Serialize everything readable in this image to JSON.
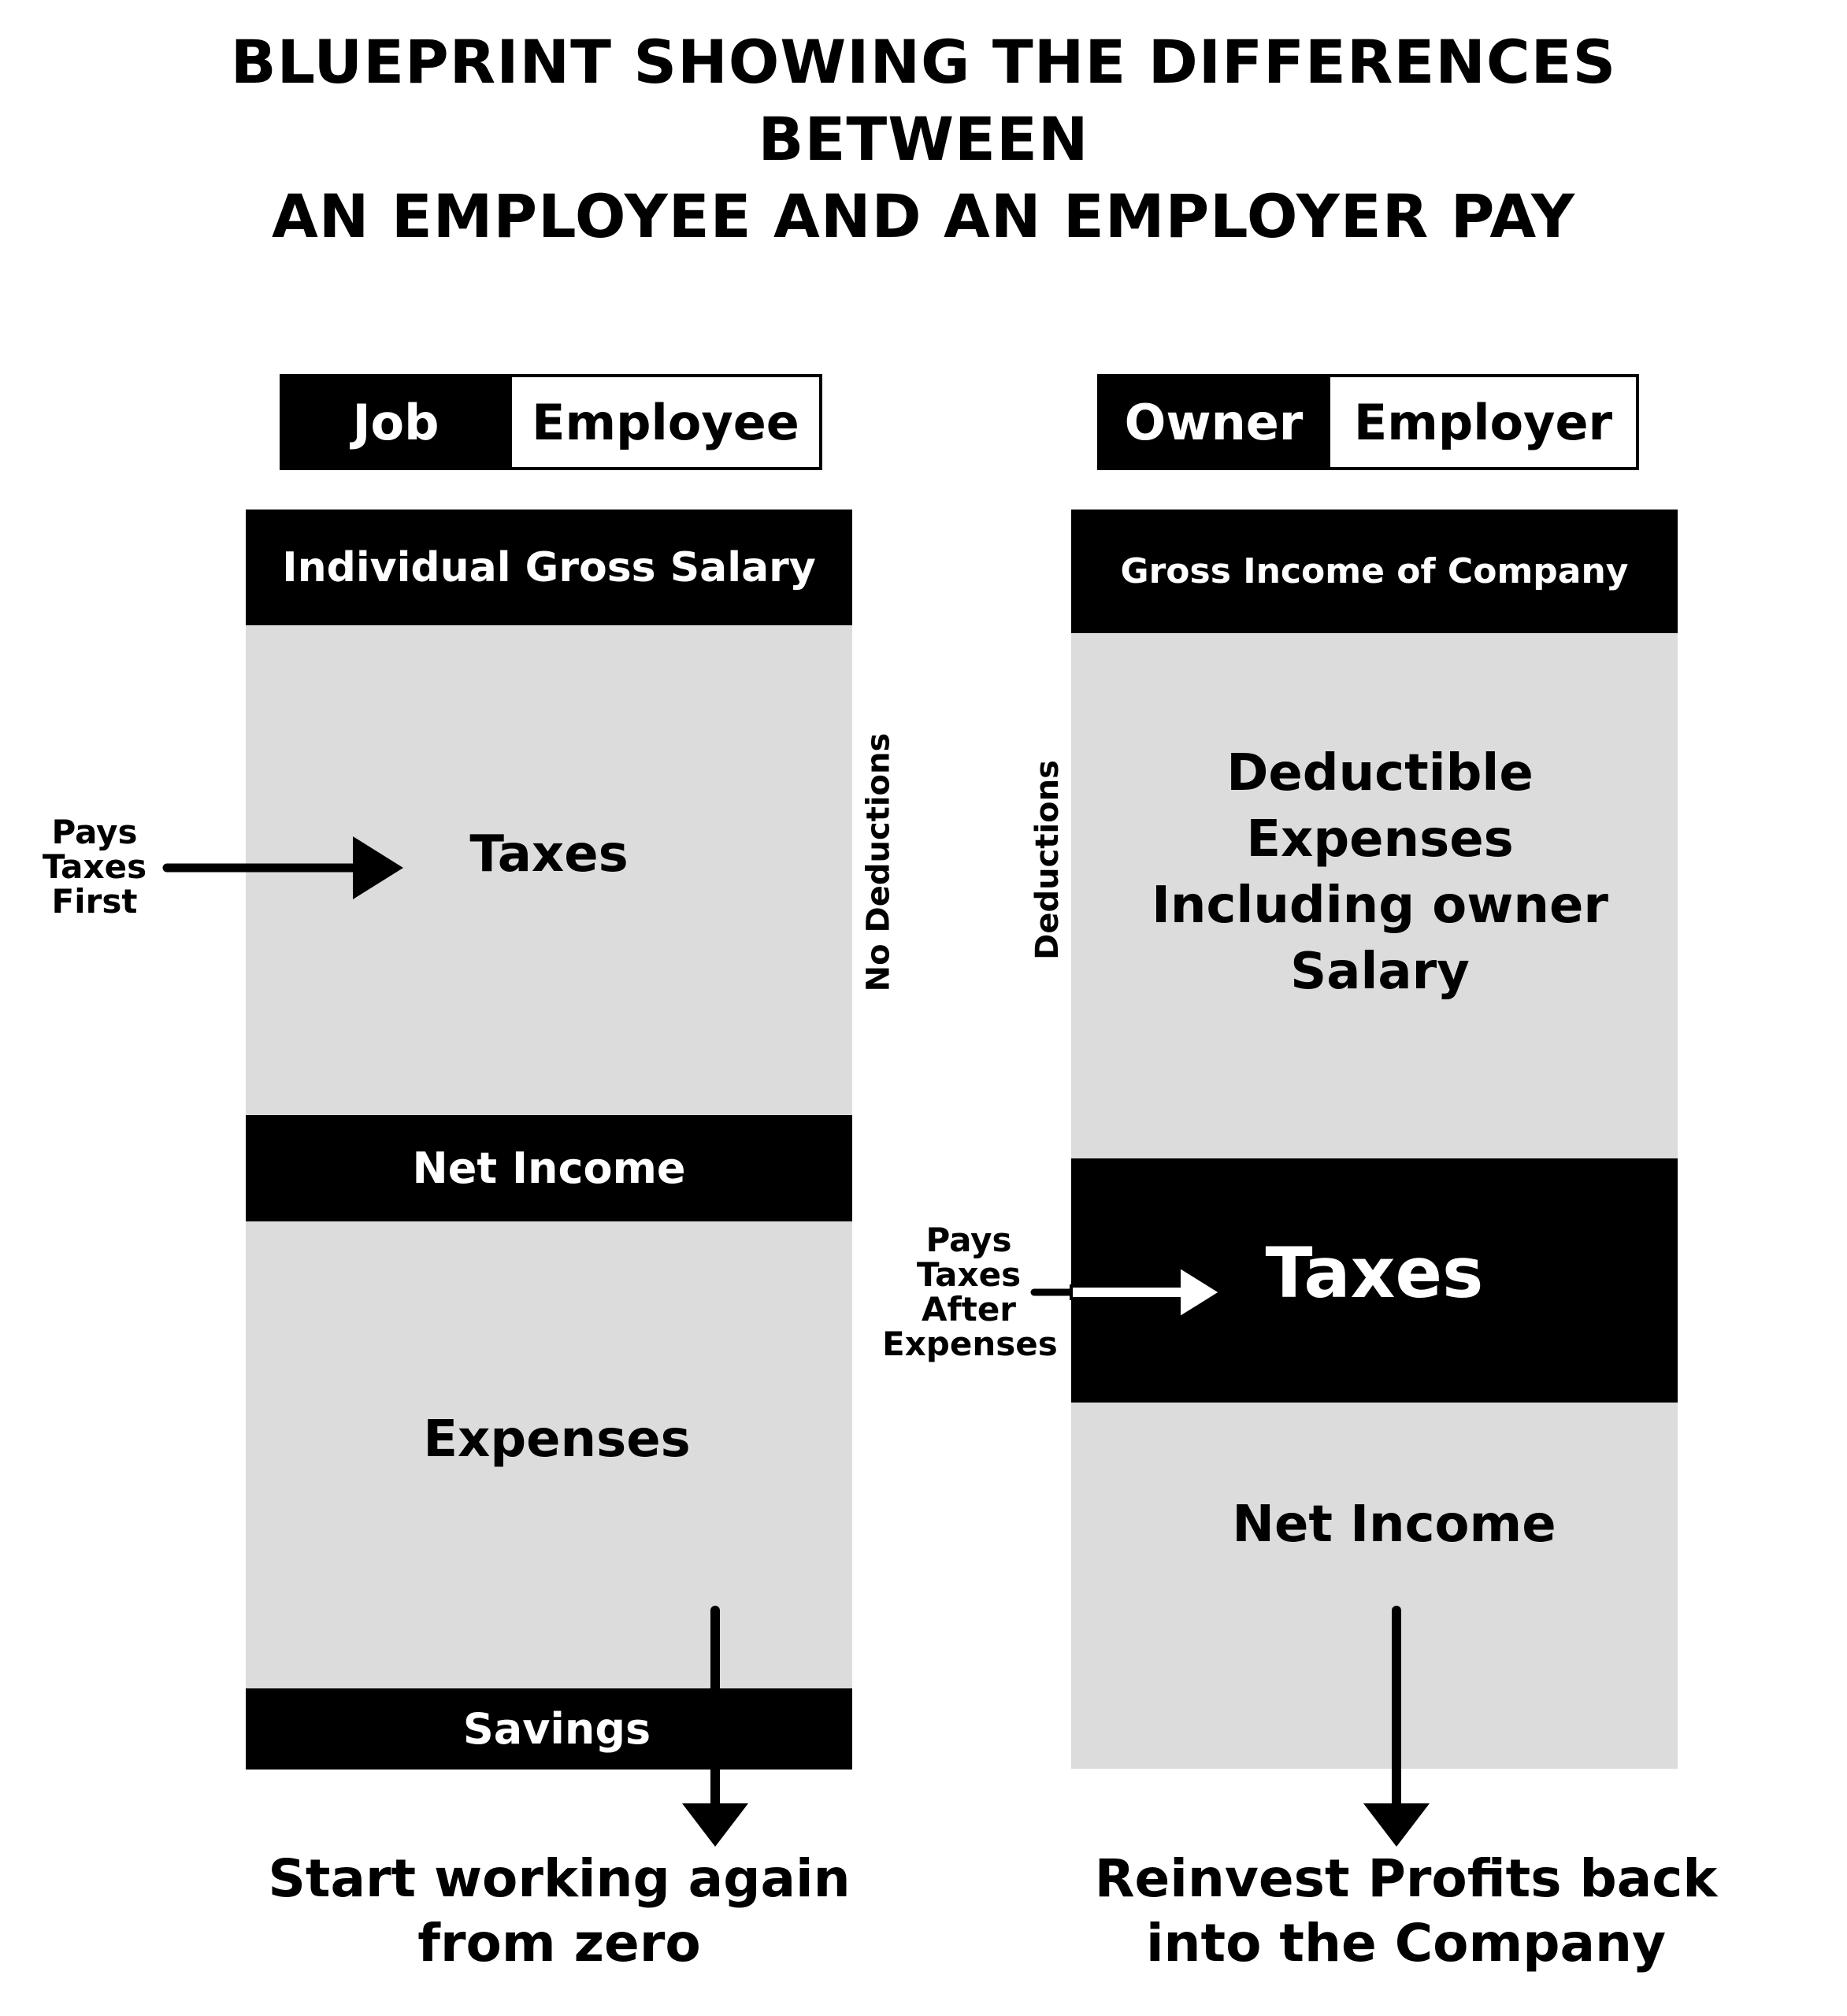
{
  "title": {
    "line1": "BLUEPRINT SHOWING THE DIFFERENCES BETWEEN",
    "line2": "AN EMPLOYEE AND AN EMPLOYER PAY"
  },
  "employee": {
    "tag_dark": "Job",
    "tag_light": "Employee",
    "gross": "Individual Gross Salary",
    "taxes": "Taxes",
    "side_label": "No Deductions",
    "net_income": "Net Income",
    "expenses": "Expenses",
    "savings": "Savings",
    "pays_label": [
      "Pays",
      "Taxes",
      "First"
    ],
    "outcome": [
      "Start working again",
      "from zero"
    ]
  },
  "employer": {
    "tag_dark": "Owner",
    "tag_light": "Employer",
    "gross": "Gross Income of Company",
    "side_label": "Deductions",
    "deductible": [
      "Deductible",
      "Expenses",
      "Including owner",
      "Salary"
    ],
    "taxes": "Taxes",
    "net_income": "Net Income",
    "pays_label": [
      "Pays",
      "Taxes",
      "After",
      "Expenses"
    ],
    "outcome": [
      "Reinvest Profits back",
      "into the Company"
    ]
  }
}
